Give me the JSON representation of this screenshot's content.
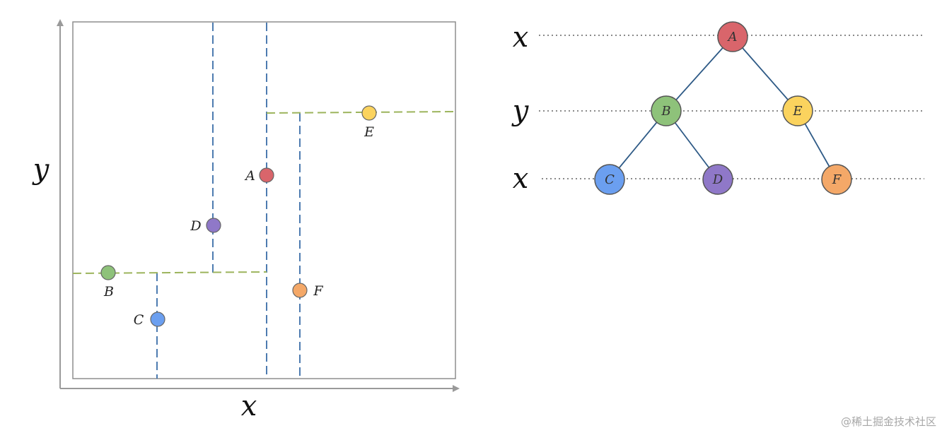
{
  "axes": {
    "x_label": "x",
    "y_label": "y"
  },
  "colors": {
    "A": "#d9656b",
    "B": "#8ec27a",
    "C": "#6b9ff0",
    "D": "#8f78c8",
    "E": "#fbd35e",
    "F": "#f4a868",
    "vsplit": "#4d7bb0",
    "hsplit": "#9cb45c",
    "tree_edge": "#2e5a86"
  },
  "points": [
    {
      "id": "A",
      "label": "A"
    },
    {
      "id": "B",
      "label": "B"
    },
    {
      "id": "C",
      "label": "C"
    },
    {
      "id": "D",
      "label": "D"
    },
    {
      "id": "E",
      "label": "E"
    },
    {
      "id": "F",
      "label": "F"
    }
  ],
  "tree": {
    "levels": [
      "x",
      "y",
      "x"
    ],
    "nodes": [
      {
        "id": "A",
        "label": "A"
      },
      {
        "id": "B",
        "label": "B"
      },
      {
        "id": "E",
        "label": "E"
      },
      {
        "id": "C",
        "label": "C"
      },
      {
        "id": "D",
        "label": "D"
      },
      {
        "id": "F",
        "label": "F"
      }
    ],
    "edges": [
      [
        "A",
        "B"
      ],
      [
        "A",
        "E"
      ],
      [
        "B",
        "C"
      ],
      [
        "B",
        "D"
      ],
      [
        "E",
        "F"
      ]
    ]
  },
  "watermark": "@稀土掘金技术社区"
}
